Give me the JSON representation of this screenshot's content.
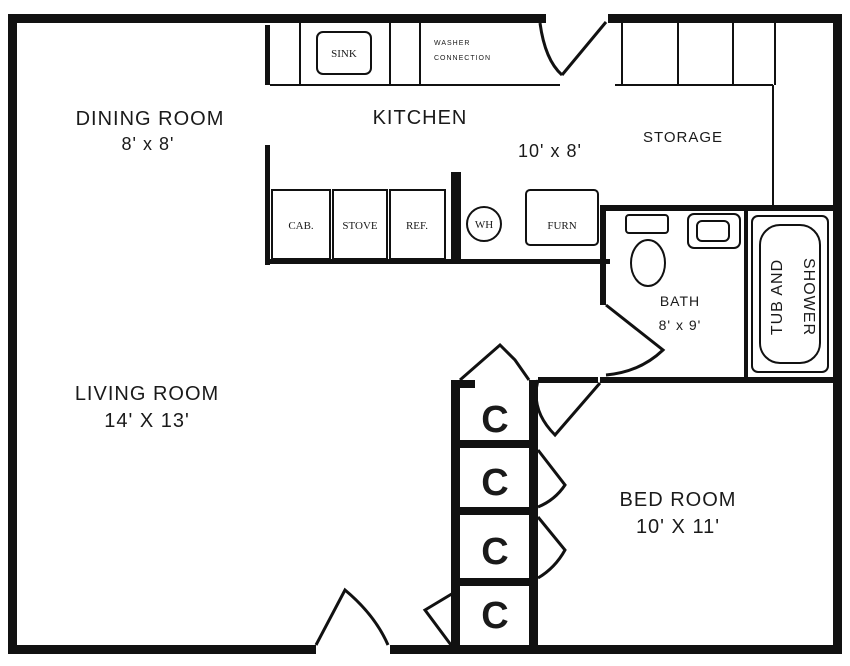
{
  "rooms": {
    "dining": {
      "name": "DINING ROOM",
      "size": "8' x 8'"
    },
    "kitchen": {
      "name": "KITCHEN",
      "size": "10' x 8'"
    },
    "storage": {
      "name": "STORAGE"
    },
    "living": {
      "name": "LIVING ROOM",
      "size": "14' X 13'"
    },
    "bath": {
      "name": "BATH",
      "size": "8' x 9'"
    },
    "bedroom": {
      "name": "BED ROOM",
      "size": "10' X 11'"
    }
  },
  "fixtures": {
    "sink": "SINK",
    "washer_line1": "WASHER",
    "washer_line2": "CONNECTION",
    "cabinet": "CAB.",
    "stove": "STOVE",
    "refrigerator": "REF.",
    "water_heater": "WH",
    "furnace": "FURN",
    "tub_line1": "TUB AND",
    "tub_line2": "SHOWER"
  },
  "closets": [
    "C",
    "C",
    "C",
    "C"
  ]
}
